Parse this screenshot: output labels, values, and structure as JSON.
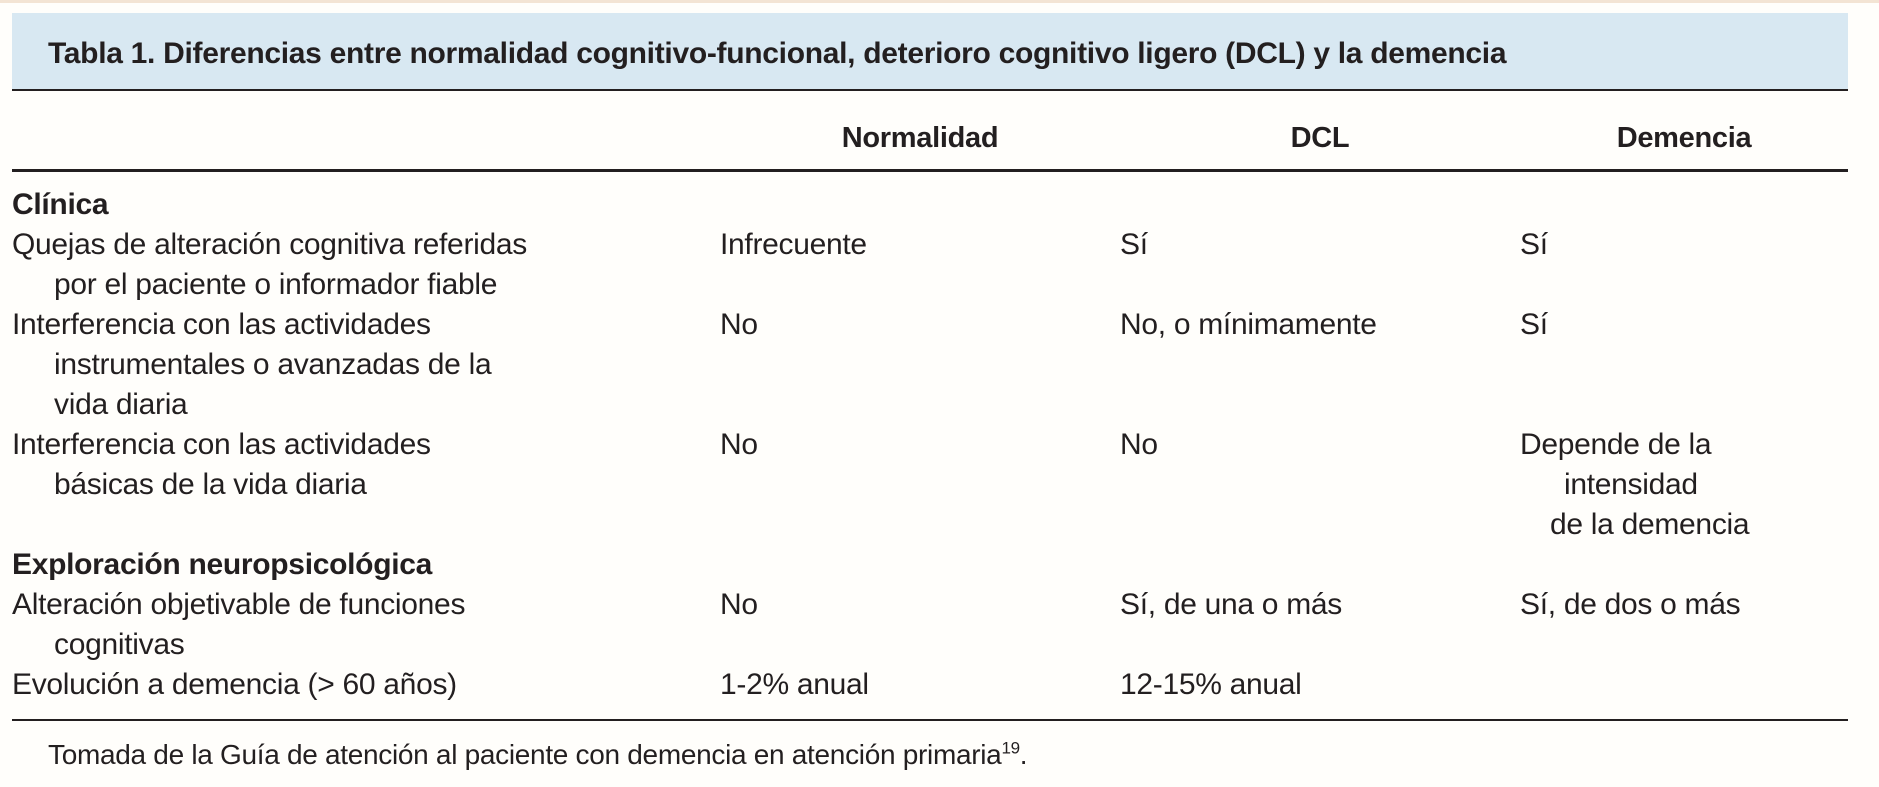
{
  "colors": {
    "header_bar_bg": "#d8e8f2",
    "text_color": "#231f20",
    "rule_color": "#231f20",
    "top_accent": "#f3e4d4"
  },
  "title": "Tabla 1. Diferencias entre normalidad cognitivo-funcional, deterioro cognitivo ligero (DCL) y la demencia",
  "columns": [
    "Normalidad",
    "DCL",
    "Demencia"
  ],
  "rows": [
    {
      "type": "section",
      "label": "Clínica"
    },
    {
      "type": "data",
      "label": [
        "Quejas de alteración cognitiva referidas",
        "por el paciente o informador fiable"
      ],
      "normalidad": "Infrecuente",
      "dcl": "Sí",
      "demencia": [
        "Sí"
      ]
    },
    {
      "type": "data",
      "label": [
        "Interferencia con las actividades",
        "instrumentales o avanzadas de la",
        "vida diaria"
      ],
      "normalidad": "No",
      "dcl": "No, o mínimamente",
      "demencia": [
        "Sí"
      ]
    },
    {
      "type": "data",
      "label": [
        "Interferencia con las actividades",
        "básicas de la vida diaria"
      ],
      "normalidad": "No",
      "dcl": "No",
      "demencia": [
        "Depende de la",
        "intensidad",
        "de la demencia"
      ]
    },
    {
      "type": "section",
      "label": "Exploración neuropsicológica"
    },
    {
      "type": "data",
      "label": [
        "Alteración objetivable de funciones",
        "cognitivas"
      ],
      "normalidad": "No",
      "dcl": "Sí, de una o más",
      "demencia": [
        "Sí, de dos o más"
      ]
    },
    {
      "type": "data",
      "label": [
        "Evolución a demencia (> 60 años)"
      ],
      "normalidad": "1-2% anual",
      "dcl": "12-15% anual",
      "demencia": []
    }
  ],
  "footnote": {
    "text": "Tomada de la Guía de atención al paciente con demencia en atención primaria",
    "ref": "19",
    "suffix": "."
  }
}
